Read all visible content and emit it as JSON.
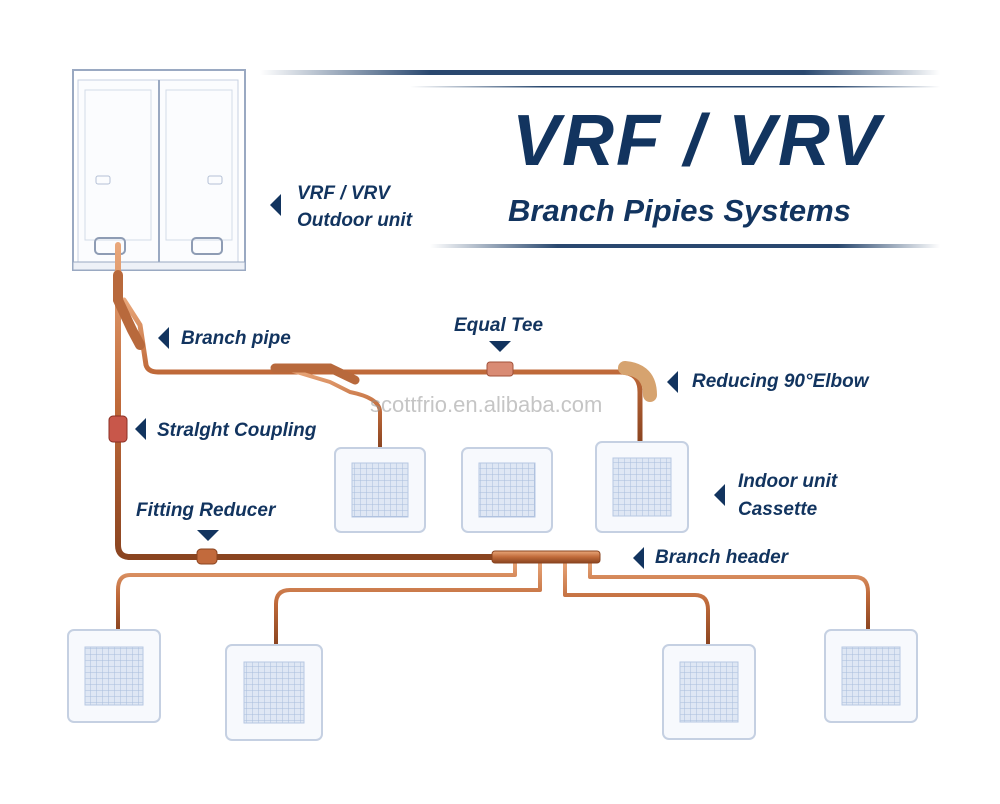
{
  "title": "VRF / VRV",
  "subtitle": "Branch Pipies Systems",
  "labels": {
    "outdoor_unit_line1": "VRF / VRV",
    "outdoor_unit_line2": "Outdoor unit",
    "branch_pipe": "Branch pipe",
    "equal_tee": "Equal Tee",
    "reducing_elbow": "Reducing 90°Elbow",
    "straight_coupling": "Stralght Coupling",
    "indoor_unit_line1": "Indoor unit",
    "indoor_unit_line2": "Cassette",
    "fitting_reducer": "Fitting Reducer",
    "branch_header": "Branch header"
  },
  "watermark": "scottfrio.en.alibaba.com",
  "colors": {
    "title": "#12345f",
    "pipe": "#c06a3a",
    "unit_outline": "#9aa9c2",
    "cassette_grille": "#b7c8e2"
  }
}
